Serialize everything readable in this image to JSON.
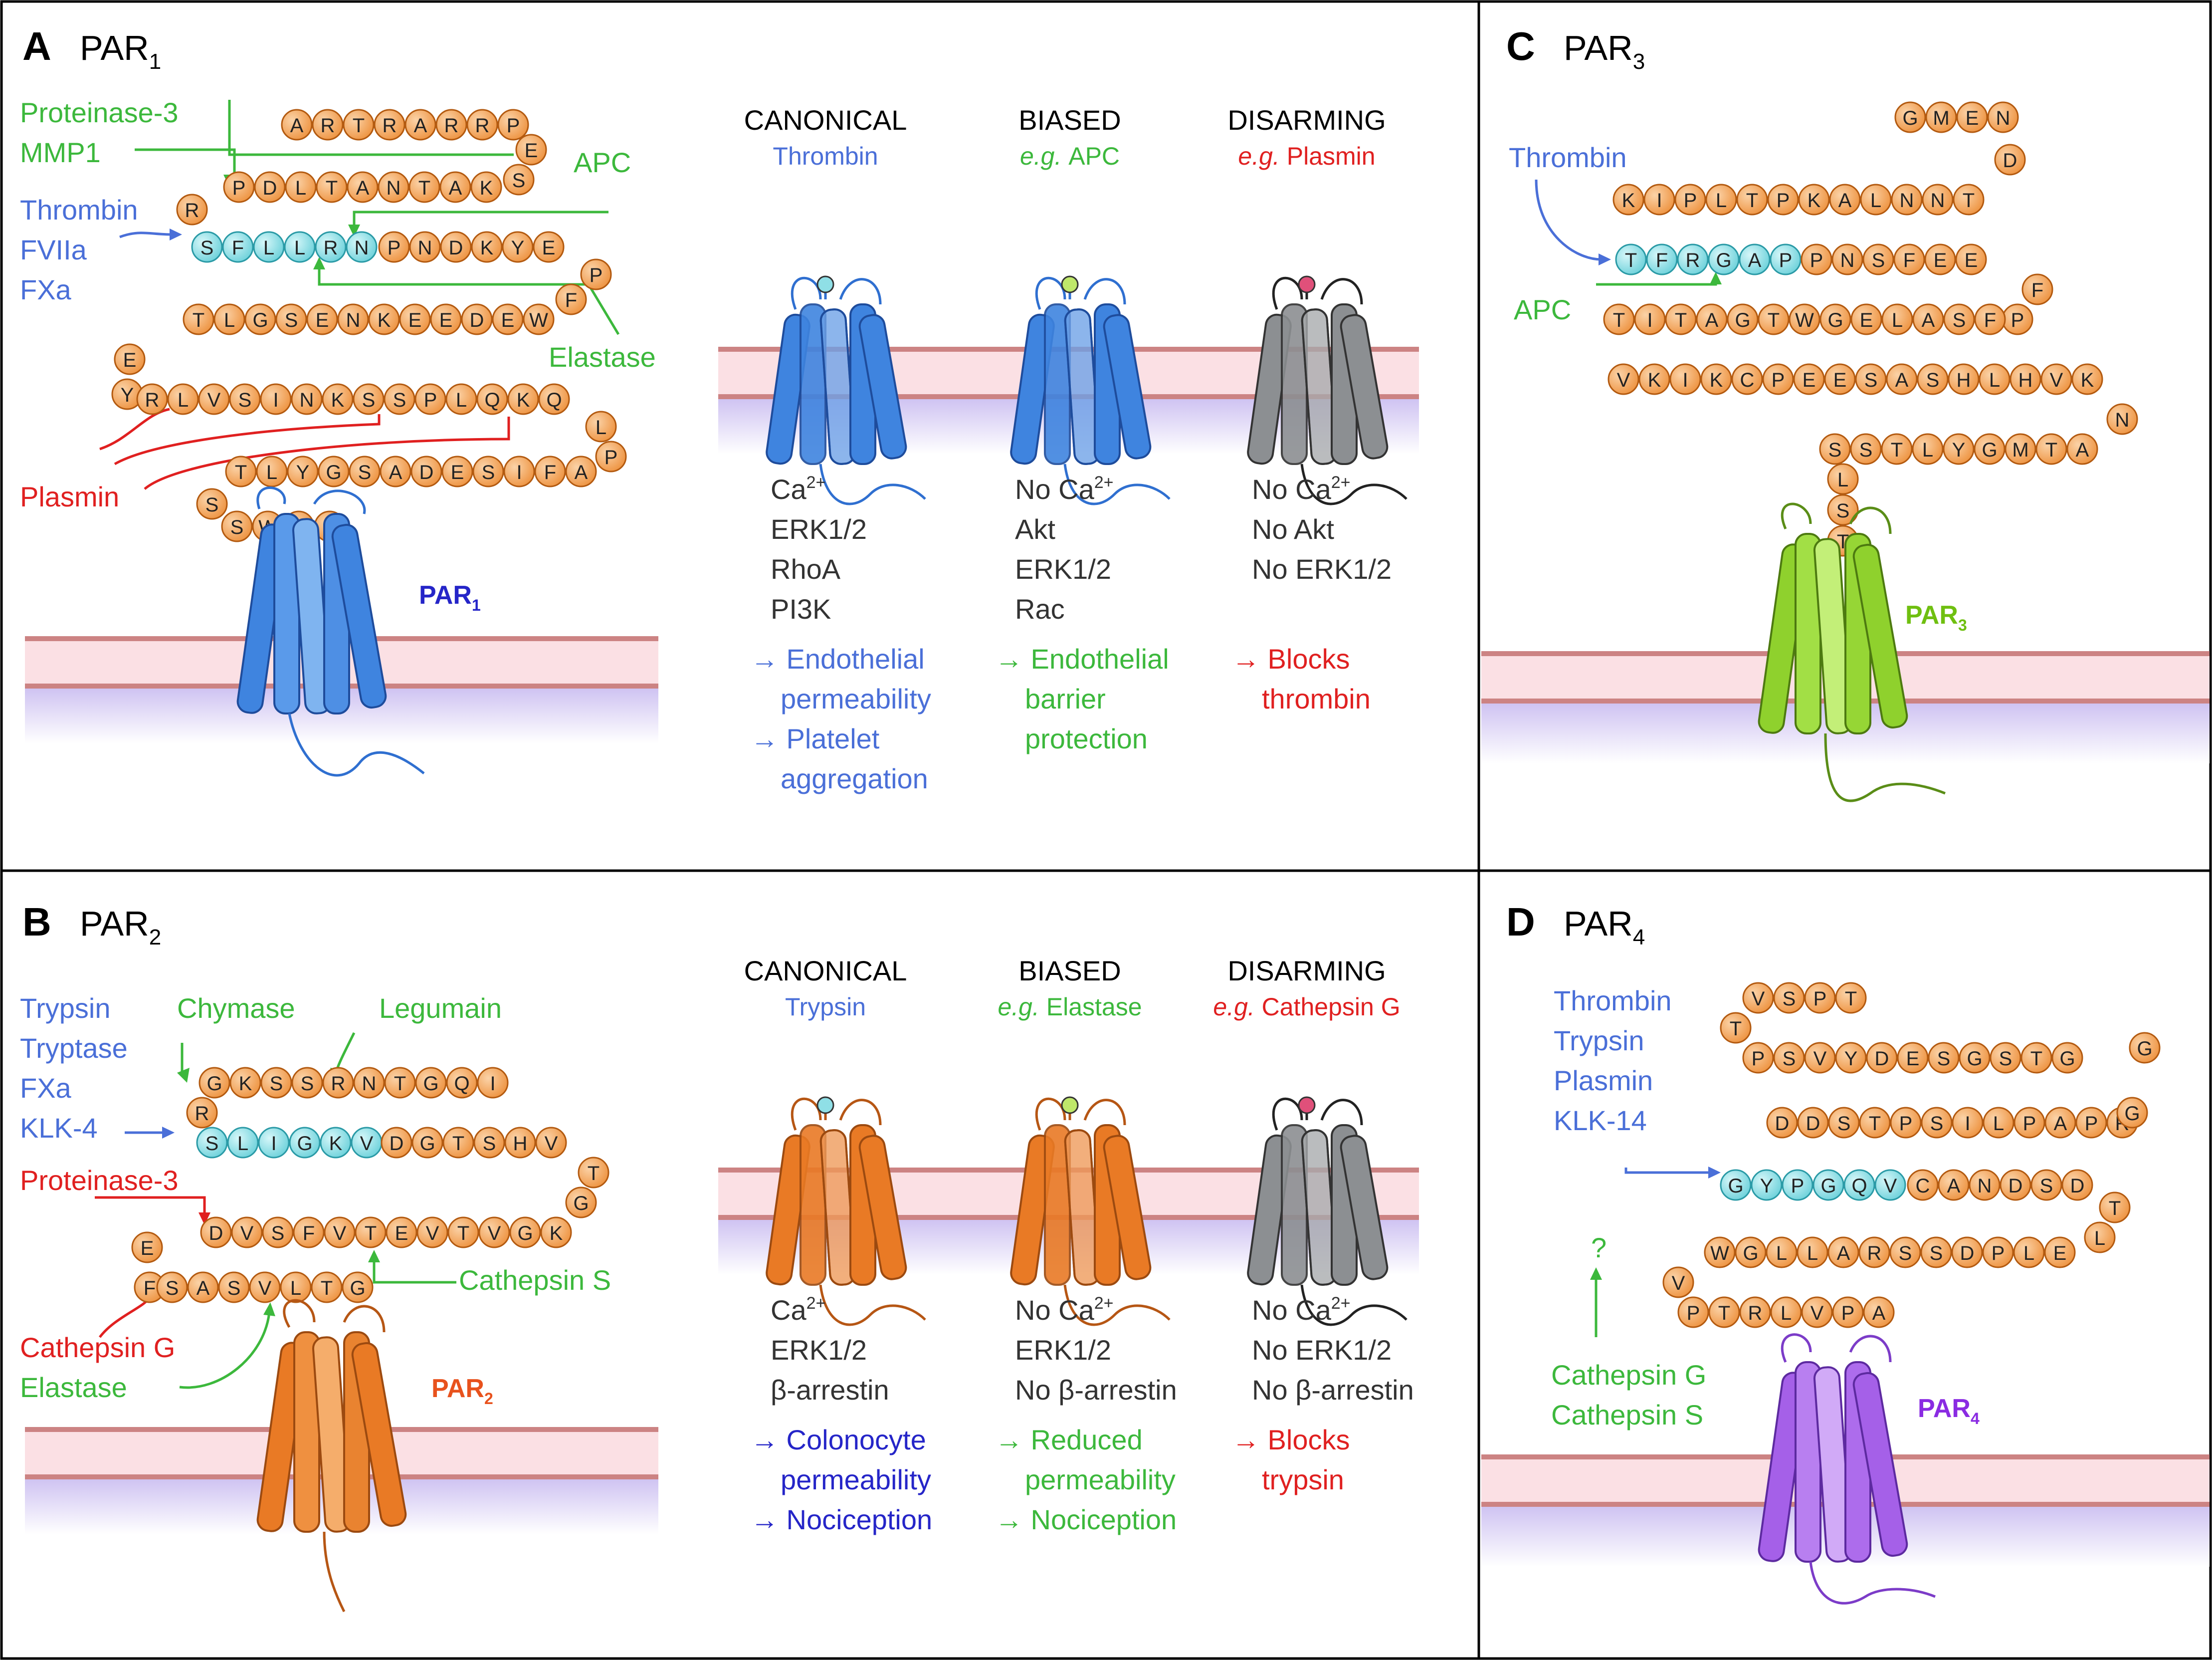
{
  "colors": {
    "blue": "#4a6fd8",
    "navy": "#2525c8",
    "green": "#3cb83c",
    "red": "#e02020",
    "orange_bead": "#f2a55c",
    "cyan_bead": "#8fdfe6",
    "membrane_top": "#fbe0e4",
    "membrane_line": "#cc8383",
    "cytoplasm": "#d6ccf4",
    "par1_blue": "#3f84df",
    "par2_orange": "#e97a25",
    "par3_green": "#8fd12d",
    "par4_purple": "#a560e8",
    "disarm_gray": "#8c8f92"
  },
  "panels": {
    "A": {
      "letter": "A",
      "name": "PAR",
      "sub": "1",
      "receptor_label": "PAR",
      "receptor_sub": "1",
      "seq_rows": [
        {
          "text": "ARTRARRP"
        },
        {
          "text": "E"
        },
        {
          "text": "S"
        },
        {
          "text": "KATNATLDP"
        },
        {
          "text": "R"
        },
        {
          "text": "SFLLRN"
        },
        {
          "text": "PNDKYE"
        },
        {
          "text": "P"
        },
        {
          "text": "F"
        },
        {
          "text": "WEDEEKNESGLT"
        },
        {
          "text": "E"
        },
        {
          "text": "Y"
        },
        {
          "text": "RLVSINKSSPLQKQ"
        },
        {
          "text": "L"
        },
        {
          "text": "P"
        },
        {
          "text": "AFISEDASGYLT"
        },
        {
          "text": "S"
        },
        {
          "text": "SWLT"
        }
      ],
      "proteases": {
        "proteinase3": "Proteinase-3",
        "mmp1": "MMP1",
        "apc": "APC",
        "thrombin": "Thrombin",
        "fviia": "FVIIa",
        "fxa": "FXa",
        "elastase": "Elastase",
        "plasmin": "Plasmin"
      },
      "modes": [
        {
          "title": "CANONICAL",
          "agent_prefix": "",
          "agent": "Thrombin",
          "color": "blue",
          "outputs": [
            "Ca",
            "ERK1/2",
            "RhoA",
            "PI3K"
          ],
          "effects": [
            "→ Endothelial",
            "permeability",
            "→ Platelet",
            "aggregation"
          ]
        },
        {
          "title": "BIASED",
          "agent_prefix": "e.g.",
          "agent": "APC",
          "color": "green",
          "outputs": [
            "No Ca",
            "Akt",
            "ERK1/2",
            "Rac"
          ],
          "effects": [
            "→ Endothelial",
            "barrier",
            "protection"
          ]
        },
        {
          "title": "DISARMING",
          "agent_prefix": "e.g.",
          "agent": "Plasmin",
          "color": "red",
          "outputs": [
            "No Ca",
            "No Akt",
            "No ERK1/2"
          ],
          "effects": [
            "→ Blocks",
            "thrombin"
          ]
        }
      ]
    },
    "B": {
      "letter": "B",
      "name": "PAR",
      "sub": "2",
      "receptor_label": "PAR",
      "receptor_sub": "2",
      "seq_rows": [
        {
          "text": "GKSSRNTGQI"
        },
        {
          "text": "R"
        },
        {
          "text": "SLIGKV"
        },
        {
          "text": "DGTSHV"
        },
        {
          "text": "T"
        },
        {
          "text": "G"
        },
        {
          "text": "KGVTVETVFSVD"
        },
        {
          "text": "E"
        },
        {
          "text": "F"
        },
        {
          "text": "SASVLTG"
        }
      ],
      "proteases": {
        "trypsin": "Trypsin",
        "tryptase": "Tryptase",
        "fxa": "FXa",
        "klk4": "KLK-4",
        "chymase": "Chymase",
        "legumain": "Legumain",
        "proteinase3": "Proteinase-3",
        "cathepsin_s": "Cathepsin S",
        "cathepsin_g": "Cathepsin G",
        "elastase": "Elastase"
      },
      "modes": [
        {
          "title": "CANONICAL",
          "agent_prefix": "",
          "agent": "Trypsin",
          "color": "blue",
          "outputs": [
            "Ca",
            "ERK1/2",
            "β-arrestin"
          ],
          "effects": [
            "→ Colonocyte",
            "permeability",
            "→ Nociception"
          ]
        },
        {
          "title": "BIASED",
          "agent_prefix": "e.g.",
          "agent": "Elastase",
          "color": "green",
          "outputs": [
            "No Ca",
            "ERK1/2",
            "No β-arrestin"
          ],
          "effects": [
            "→ Reduced",
            "permeability",
            "→ Nociception"
          ]
        },
        {
          "title": "DISARMING",
          "agent_prefix": "e.g.",
          "agent": "Cathepsin G",
          "color": "red",
          "outputs": [
            "No Ca",
            "No ERK1/2",
            "No β-arrestin"
          ],
          "effects": [
            "→ Blocks",
            "trypsin"
          ]
        }
      ]
    },
    "C": {
      "letter": "C",
      "name": "PAR",
      "sub": "3",
      "receptor_label": "PAR",
      "receptor_sub": "3",
      "seq_rows": [
        {
          "text": "GMEN"
        },
        {
          "text": "D"
        },
        {
          "text": "KIPLTPKALNNT"
        },
        {
          "text": "TFRGAP"
        },
        {
          "text": "PNSFEE"
        },
        {
          "text": "F"
        },
        {
          "text": "P"
        },
        {
          "text": "FSALEGWTGATIT"
        },
        {
          "text": "VKIKCPEESASHLHVK"
        },
        {
          "text": "N"
        },
        {
          "text": "ATMGYLTSS"
        },
        {
          "text": "LST"
        }
      ],
      "proteases": {
        "thrombin": "Thrombin",
        "apc": "APC"
      }
    },
    "D": {
      "letter": "D",
      "name": "PAR",
      "sub": "4",
      "receptor_label": "PAR",
      "receptor_sub": "4",
      "seq_rows": [
        {
          "text": "VSPT"
        },
        {
          "text": "T"
        },
        {
          "text": "PSVYDESGSTG"
        },
        {
          "text": "G"
        },
        {
          "text": "RPAPLISPTSDD"
        },
        {
          "text": "G"
        },
        {
          "text": "GYPGQV"
        },
        {
          "text": "CANDSD"
        },
        {
          "text": "T"
        },
        {
          "text": "L"
        },
        {
          "text": "ELPDSSRALLGW"
        },
        {
          "text": "V"
        },
        {
          "text": "PTRLVPA"
        }
      ],
      "proteases": {
        "thrombin": "Thrombin",
        "trypsin": "Trypsin",
        "plasmin": "Plasmin",
        "klk14": "KLK-14",
        "question": "?",
        "cathepsin_g": "Cathepsin G",
        "cathepsin_s": "Cathepsin S"
      }
    }
  },
  "superscript": "2+"
}
